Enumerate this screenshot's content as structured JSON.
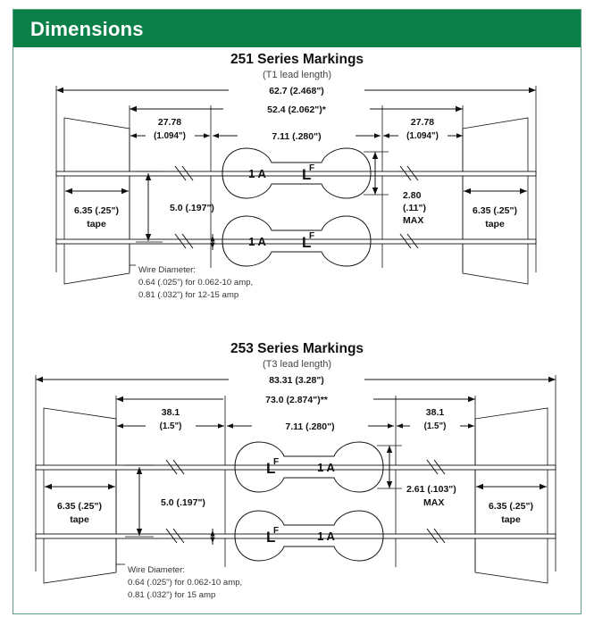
{
  "header": {
    "title": "Dimensions"
  },
  "theme": {
    "green": "#0a8048",
    "border": "#5c9e84",
    "ink": "#111111"
  },
  "sections": [
    {
      "id": "s251",
      "title": "251 Series Markings",
      "subtitle": "(T1 lead length)",
      "overall": "62.7 (2.468\")",
      "inner": "52.4 (2.062\")*",
      "lead_left": {
        "line1": "27.78",
        "line2": "(1.094\")"
      },
      "lead_right": {
        "line1": "27.78",
        "line2": "(1.094\")"
      },
      "body_len": "7.11 (.280\")",
      "body_dia": {
        "line1": "2.80",
        "line2": "(.11\")",
        "line3": "MAX"
      },
      "tape_left": {
        "line1": "6.35 (.25\")",
        "line2": "tape"
      },
      "tape_right": {
        "line1": "6.35 (.25\")",
        "line2": "tape"
      },
      "pitch": "5.0 (.197\")",
      "marking": {
        "rating": "1 A",
        "logo": "LF",
        "order": "rating-first"
      },
      "wire_note": [
        "Wire Diameter:",
        "0.64 (.025\") for 0.062-10 amp,",
        "0.81 (.032\") for 12-15 amp"
      ]
    },
    {
      "id": "s253",
      "title": "253 Series Markings",
      "subtitle": "(T3 lead length)",
      "overall": "83.31 (3.28\")",
      "inner": "73.0 (2.874\")**",
      "lead_left": {
        "line1": "38.1",
        "line2": "(1.5\")"
      },
      "lead_right": {
        "line1": "38.1",
        "line2": "(1.5\")"
      },
      "body_len": "7.11 (.280\")",
      "body_dia": {
        "line1": "2.61 (.103\")",
        "line2": "MAX",
        "line3": ""
      },
      "tape_left": {
        "line1": "6.35 (.25\")",
        "line2": "tape"
      },
      "tape_right": {
        "line1": "6.35 (.25\")",
        "line2": "tape"
      },
      "pitch": "5.0 (.197\")",
      "marking": {
        "rating": "1 A",
        "logo": "LF",
        "order": "logo-first"
      },
      "wire_note": [
        "Wire Diameter:",
        "0.64 (.025\") for 0.062-10 amp,",
        "0.81 (.032\") for 15 amp"
      ]
    }
  ]
}
